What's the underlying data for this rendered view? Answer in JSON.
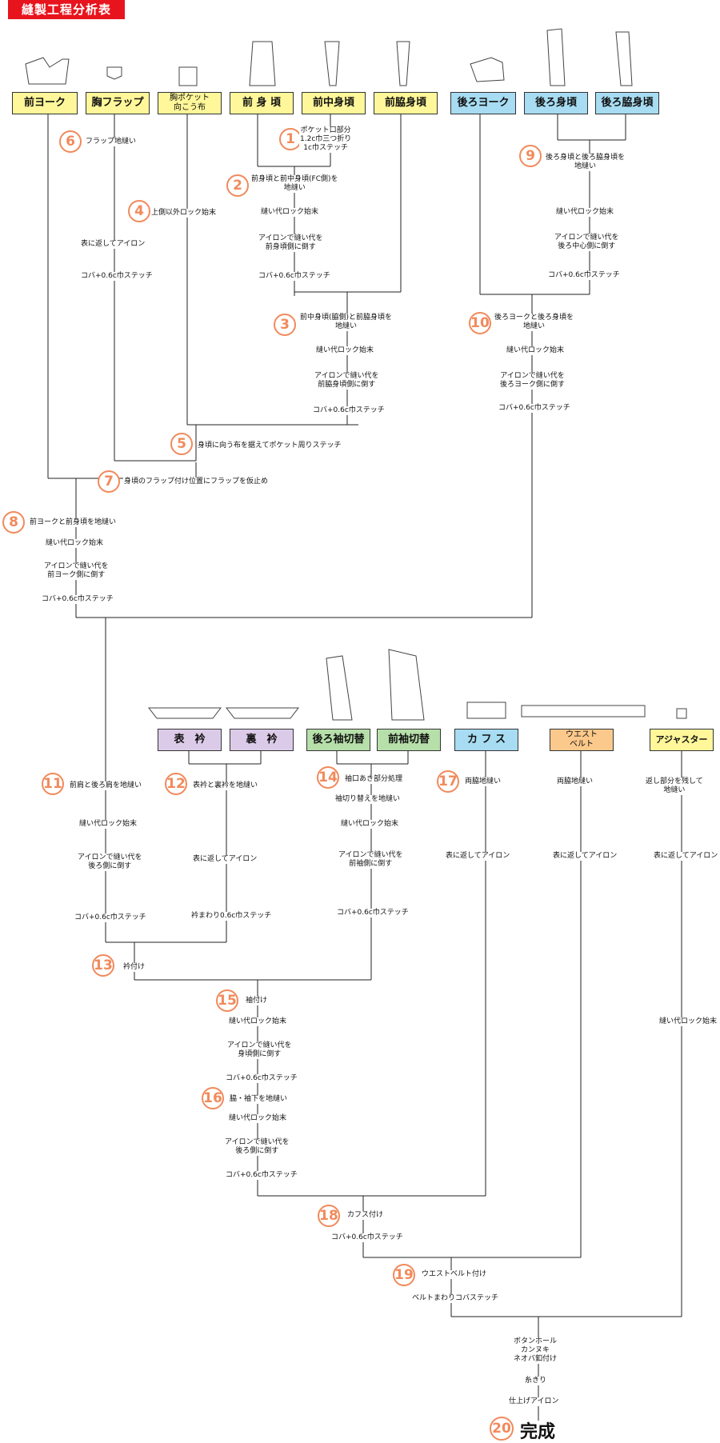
{
  "title": "縫製工程分析表",
  "parts": [
    {
      "id": "mae-yoke",
      "label": "前ヨーク",
      "color": "y"
    },
    {
      "id": "mune-flap",
      "label": "胸フラップ",
      "color": "y"
    },
    {
      "id": "mune-pocket",
      "label": "胸ポケット\n向こう布",
      "color": "y"
    },
    {
      "id": "mae-migoro",
      "label": "前 身 頃",
      "color": "y"
    },
    {
      "id": "mae-naka",
      "label": "前中身頃",
      "color": "y"
    },
    {
      "id": "mae-waki",
      "label": "前脇身頃",
      "color": "y"
    },
    {
      "id": "ushiro-yoke",
      "label": "後ろヨーク",
      "color": "b"
    },
    {
      "id": "ushiro-migoro",
      "label": "後ろ身頃",
      "color": "b"
    },
    {
      "id": "ushiro-waki",
      "label": "後ろ脇身頃",
      "color": "b"
    },
    {
      "id": "omote-eri",
      "label": "表　衿",
      "color": "p"
    },
    {
      "id": "ura-eri",
      "label": "裏　衿",
      "color": "p"
    },
    {
      "id": "ushiro-sode",
      "label": "後ろ袖切替",
      "color": "g"
    },
    {
      "id": "mae-sode",
      "label": "前袖切替",
      "color": "g"
    },
    {
      "id": "cuffs",
      "label": "カ フ ス",
      "color": "b"
    },
    {
      "id": "waist-belt",
      "label": "ウエスト\nベルト",
      "color": "o"
    },
    {
      "id": "adjuster",
      "label": "アジャスター",
      "color": "y"
    }
  ],
  "badges": [
    "1",
    "2",
    "3",
    "4",
    "5",
    "6",
    "7",
    "8",
    "9",
    "10",
    "11",
    "12",
    "13",
    "14",
    "15",
    "16",
    "17",
    "18",
    "19",
    "20"
  ],
  "steps": {
    "s1": "ポケット口部分\n1.2c巾三つ折り\n1c巾ステッチ",
    "s2a": "前身頃と前中身頃(FC側)を\n地縫い",
    "s2b": "縫い代ロック始末",
    "s2c": "アイロンで縫い代を\n前身頃側に倒す",
    "s2d": "コバ+0.6c巾ステッチ",
    "s3a": "前中身頃(脇側)と前脇身頃を\n地縫い",
    "s3b": "縫い代ロック始末",
    "s3c": "アイロンで縫い代を\n前脇身頃側に倒す",
    "s3d": "コバ+0.6c巾ステッチ",
    "s4": "上側以外ロック始末",
    "s5": "身頃に向う布を据えてポケット周りステッチ",
    "s6a": "フラップ地縫い",
    "s6b": "表に返してアイロン",
    "s6c": "コバ+0.6c巾ステッチ",
    "s7": "身頃のフラップ付け位置にフラップを仮止め",
    "s8a": "前ヨークと前身頃を地縫い",
    "s8b": "縫い代ロック始末",
    "s8c": "アイロンで縫い代を\n前ヨーク側に倒す",
    "s8d": "コバ+0.6c巾ステッチ",
    "s9a": "後ろ身頃と後ろ脇身頃を\n地縫い",
    "s9b": "縫い代ロック始末",
    "s9c": "アイロンで縫い代を\n後ろ中心側に倒す",
    "s9d": "コバ+0.6c巾ステッチ",
    "s10a": "後ろヨークと後ろ身頃を\n地縫い",
    "s10b": "縫い代ロック始末",
    "s10c": "アイロンで縫い代を\n後ろヨーク側に倒す",
    "s10d": "コバ+0.6c巾ステッチ",
    "s11a": "前肩と後ろ肩を地縫い",
    "s11b": "縫い代ロック始末",
    "s11c": "アイロンで縫い代を\n後ろ側に倒す",
    "s11d": "コバ+0.6c巾ステッチ",
    "s12a": "表衿と裏衿を地縫い",
    "s12b": "表に返してアイロン",
    "s12c": "衿まわり0.6c巾ステッチ",
    "s13": "衿付け",
    "s14a": "袖口あき部分処理",
    "s14b": "袖切り替えを地縫い",
    "s14c": "縫い代ロック始末",
    "s14d": "アイロンで縫い代を\n前袖側に倒す",
    "s14e": "コバ+0.6c巾ステッチ",
    "s15a": "袖付け",
    "s15b": "縫い代ロック始末",
    "s15c": "アイロンで縫い代を\n身頃側に倒す",
    "s15d": "コバ+0.6c巾ステッチ",
    "s16a": "脇・袖下を地縫い",
    "s16b": "縫い代ロック始末",
    "s16c": "アイロンで縫い代を\n後ろ側に倒す",
    "s16d": "コバ+0.6c巾ステッチ",
    "s17a": "両脇地縫い",
    "s17b": "表に返してアイロン",
    "sbelt_a": "両脇地縫い",
    "sbelt_b": "表に返してアイロン",
    "sadj_a": "返し部分を残して\n地縫い",
    "sadj_b": "表に返してアイロン",
    "sadj_c": "縫い代ロック始末",
    "s18a": "カフス付け",
    "s18b": "コバ+0.6c巾ステッチ",
    "s19a": "ウエストベルト付け",
    "s19b": "ベルトまわりコバステッチ",
    "s20a": "ボタンホール\nカンヌキ\nネオバ釦付け",
    "s20b": "糸きり",
    "s20c": "仕上げアイロン"
  },
  "final_label": "完成"
}
